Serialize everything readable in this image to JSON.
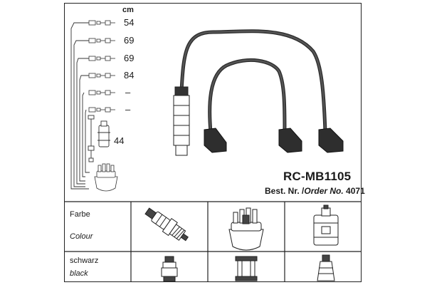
{
  "unit": "cm",
  "lengths": [
    "54",
    "69",
    "69",
    "84",
    "–",
    "–"
  ],
  "coil_length": "44",
  "product": {
    "code": "RC-MB1105",
    "order_label_de": "Best. Nr.",
    "order_label_en": "Order No.",
    "order_number": "4071"
  },
  "table": {
    "row1_label_de": "Farbe",
    "row1_label_en": "Colour",
    "row2_label_de": "schwarz",
    "row2_label_en": "black"
  },
  "icons": [
    "spark-plug-icon",
    "distributor-cap-icon",
    "ignition-coil-icon",
    "plug-connector-icon",
    "distributor-connector-icon",
    "coil-connector-icon"
  ],
  "colors": {
    "line": "#222222",
    "wire": "#2a2a2a"
  }
}
